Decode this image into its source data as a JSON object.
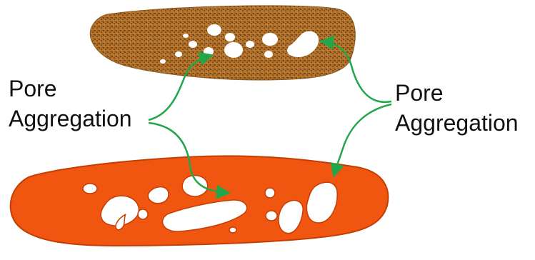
{
  "labels": {
    "left_line1": "Pore",
    "left_line2": "Aggregation",
    "right_line1": "Pore",
    "right_line2": "Aggregation"
  },
  "colors": {
    "particle_body": "#b8732a",
    "particle_dark": "#3a2a14",
    "surface_body": "#f0560f",
    "surface_edge": "#c43d05",
    "arrow": "#22a64a",
    "pore": "#ffffff"
  }
}
